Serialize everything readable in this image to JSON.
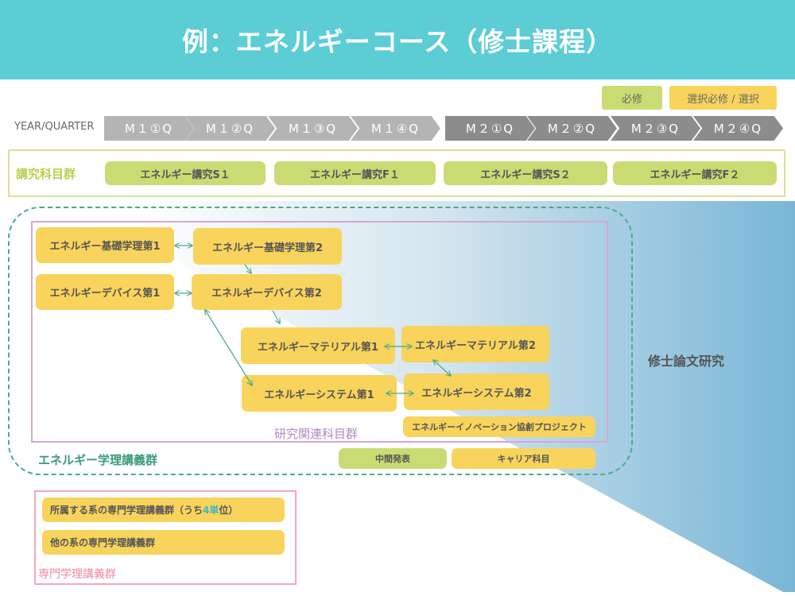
{
  "title": "例：エネルギーコース（修士課程）",
  "legend": {
    "required": "必修",
    "elective": "選択必修 / 選択"
  },
  "year_label": "YEAR/QUARTER",
  "quarters": [
    "M１①Q",
    "M１②Q",
    "M１③Q",
    "M１④Q",
    "M２①Q",
    "M２②Q",
    "M２③Q",
    "M２④Q"
  ],
  "seminar": {
    "label": "講究科目群",
    "items": [
      "エネルギー講究S１",
      "エネルギー講究F１",
      "エネルギー講究S２",
      "エネルギー講究F２"
    ]
  },
  "courses": {
    "a1": "エネルギー基礎学理第1",
    "a2": "エネルギー基礎学理第2",
    "b1": "エネルギーデバイス第1",
    "b2": "エネルギーデバイス第2",
    "c1": "エネルギーマテリアル第1",
    "c2": "エネルギーマテリアル第2",
    "d1": "エネルギーシステム第1",
    "d2": "エネルギーシステム第2",
    "project": "エネルギーイノベーション協創プロジェクト",
    "midterm": "中間発表",
    "career": "キャリア科目"
  },
  "research_group_label": "研究関連科目群",
  "lecture_group_label": "エネルギー学理講義群",
  "thesis_label": "修士論文研究",
  "specialty": {
    "label": "専門学理講義群",
    "item1_pre": "所属する系の専門学理講義群（うち",
    "item1_num": "4単",
    "item1_post": "位）",
    "item2": "他の系の専門学理講義群"
  },
  "colors": {
    "header": "#5ccdd5",
    "required": "#c9dc74",
    "elective": "#f8d45c"
  }
}
